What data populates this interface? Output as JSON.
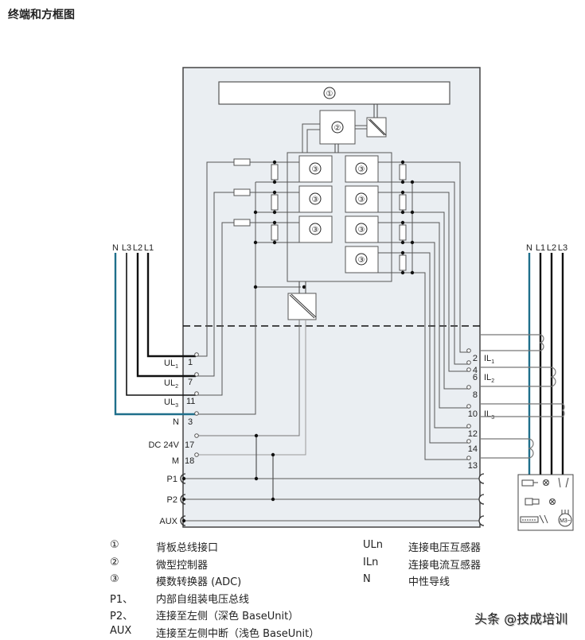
{
  "title": "终端和方框图",
  "diagram": {
    "module_labels": {
      "backplane": "①",
      "microcontroller": "②",
      "adc": "③"
    },
    "left_supply_labels": [
      "N",
      "L3",
      "L2",
      "L1"
    ],
    "right_supply_labels": [
      "N",
      "L1",
      "L2",
      "L3"
    ],
    "voltage_terminals": [
      {
        "label": "UL",
        "sub": "1",
        "number": "1"
      },
      {
        "label": "UL",
        "sub": "2",
        "number": "7"
      },
      {
        "label": "UL",
        "sub": "3",
        "number": "11"
      },
      {
        "label": "N",
        "sub": "",
        "number": "3"
      }
    ],
    "power_terminals": [
      {
        "label": "DC 24V",
        "number": "17"
      },
      {
        "label": "M",
        "number": "18"
      }
    ],
    "bus_terminals": [
      "P1",
      "P2",
      "AUX"
    ],
    "current_terminals": [
      {
        "number": "2",
        "label": "IL",
        "sub": "1"
      },
      {
        "number": "4",
        "label": "",
        "sub": ""
      },
      {
        "number": "6",
        "label": "IL",
        "sub": "2"
      },
      {
        "number": "8",
        "label": "",
        "sub": ""
      },
      {
        "number": "10",
        "label": "IL",
        "sub": "3"
      },
      {
        "number": "12",
        "label": "",
        "sub": ""
      },
      {
        "number": "14",
        "label": "",
        "sub": ""
      },
      {
        "number": "13",
        "label": "",
        "sub": ""
      }
    ],
    "load_symbol_text": "M3~",
    "colors": {
      "neutral_wire": "#1f6f8b",
      "phase_wire": "#111111",
      "module_bg": "#eaeef2",
      "line": "#555555"
    }
  },
  "legend": {
    "left": [
      {
        "key": "①",
        "desc": "背板总线接口"
      },
      {
        "key": "②",
        "desc": "微型控制器"
      },
      {
        "key": "③",
        "desc": "模数转换器 (ADC)"
      },
      {
        "key": "P1、",
        "desc": "内部自组装电压总线"
      },
      {
        "key": "P2、",
        "desc": "连接至左侧（深色 BaseUnit）"
      },
      {
        "key": "AUX",
        "desc": "连接至左侧中断（浅色 BaseUnit）"
      }
    ],
    "right": [
      {
        "key": "ULn",
        "desc": "连接电压互感器"
      },
      {
        "key": "ILn",
        "desc": "连接电流互感器"
      },
      {
        "key": "N",
        "desc": "中性导线"
      }
    ]
  },
  "watermark": "头条 @技成培训"
}
